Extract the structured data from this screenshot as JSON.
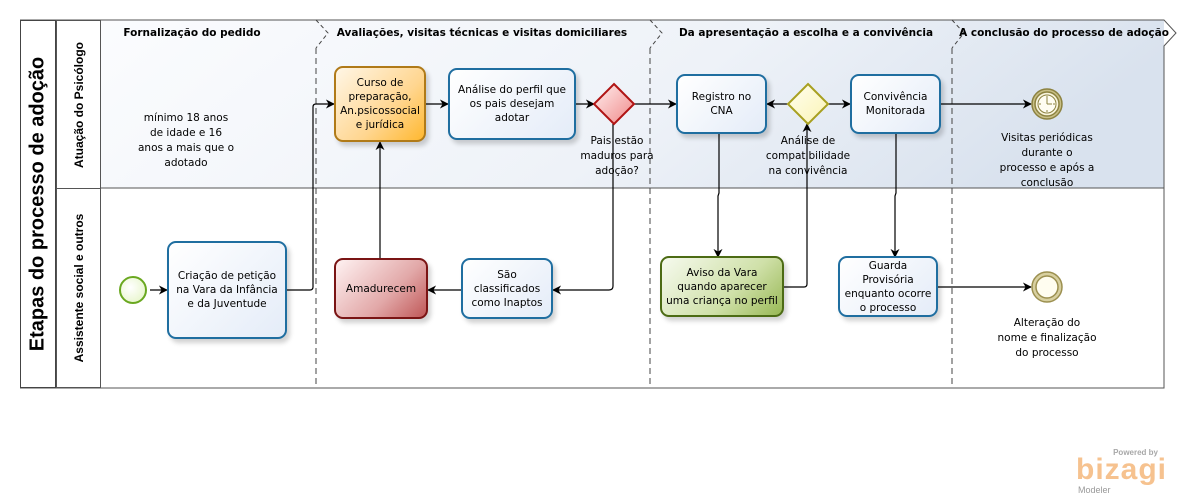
{
  "pool": {
    "title": "Etapas do processo de adoção"
  },
  "lanes": [
    {
      "id": "psicologo",
      "label": "Atuação do Psicólogo"
    },
    {
      "id": "assistente",
      "label": "Assistente social e outros"
    }
  ],
  "phases": [
    {
      "title": "Fornalização do pedido"
    },
    {
      "title": "Avaliações, visitas técnicas e visitas domiciliares"
    },
    {
      "title": "Da apresentação a escolha e a convivência"
    },
    {
      "title": "A conclusão do processo de adoção"
    }
  ],
  "annotations": {
    "requirement": "mínimo 18 anos\nde idade e 16\nanos a mais que o\nadotado"
  },
  "tasks": {
    "criacao": "Criação de petição na Vara da Infância e da Juventude",
    "curso": "Curso de preparação, An.psicossocial e jurídica",
    "analise_perfil": "Análise do perfil que os pais desejam adotar",
    "amadurecem": "Amadurecem",
    "classificados": "São classificados como Inaptos",
    "registro": "Registro no CNA",
    "aviso": "Aviso da Vara quando aparecer uma criança no perfil",
    "convivencia": "Convivência Monitorada",
    "guarda": "Guarda Provisória enquanto ocorre o processo"
  },
  "gateways": {
    "maduros": "Pais estão\nmaduros para\nadoção?",
    "compatibilidade": "Análise de\ncompatibilidade\nna convivência"
  },
  "events": {
    "timer": "Visitas periódicas\ndurante o\nprocesso e após a\nconclusão",
    "end": "Alteração do\nnome e finalização\ndo processo"
  },
  "colors": {
    "task_blue": "#1f6ea0",
    "task_orange": "#b07a18",
    "task_red": "#7a1414",
    "task_green": "#4c6b14",
    "gateway_red": "#c01818",
    "gateway_yellow": "#a8a020",
    "start_event": "#6aa820",
    "end_event": "#a09858",
    "lane_top_bg": "#e8eef6"
  },
  "watermark": {
    "powered": "Powered by",
    "brand": "bizagi",
    "product": "Modeler"
  }
}
